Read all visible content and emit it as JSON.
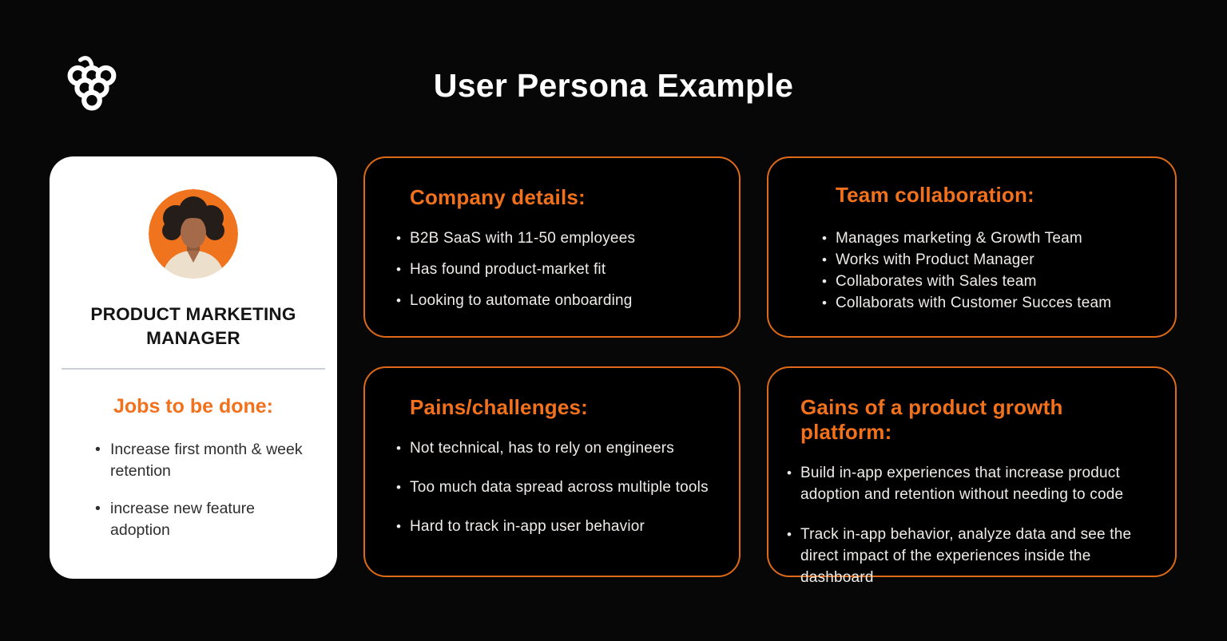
{
  "colors": {
    "background": "#070707",
    "accent_orange": "#f2711c",
    "card_border": "#dd6a19",
    "card_body_text": "#efecea",
    "persona_card_bg": "#ffffff",
    "persona_role_text": "#141414",
    "divider": "#c9cfd6",
    "avatar_bg": "#f0731e"
  },
  "header": {
    "title": "User Persona Example"
  },
  "logo": {
    "icon": "grapes-logo"
  },
  "persona_card": {
    "role": "PRODUCT MARKETING MANAGER",
    "jobs_heading": "Jobs to be done:",
    "jobs": [
      "Increase first month & week retention",
      "increase new feature adoption"
    ]
  },
  "cards": {
    "company": {
      "heading": "Company details:",
      "items": [
        "B2B SaaS with 11-50 employees",
        "Has found product-market fit",
        "Looking to automate onboarding"
      ]
    },
    "team": {
      "heading": "Team collaboration:",
      "items": [
        "Manages marketing & Growth Team",
        "Works with Product Manager",
        "Collaborates with Sales team",
        "Collaborats with Customer Succes team"
      ]
    },
    "pains": {
      "heading": "Pains/challenges:",
      "items": [
        "Not technical, has to rely on engineers",
        "Too much data spread across multiple tools",
        "Hard to track in-app user behavior"
      ]
    },
    "gains": {
      "heading": "Gains of a product growth platform:",
      "items": [
        "Build in-app experiences that increase product adoption and retention without needing to code",
        "Track in-app behavior, analyze data and see the direct impact of the experiences inside the dashboard"
      ]
    }
  }
}
